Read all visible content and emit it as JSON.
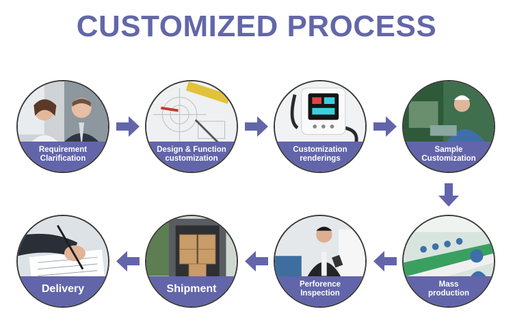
{
  "title": "CUSTOMIZED PROCESS",
  "accent_color": "#6265a9",
  "steps": [
    {
      "label": "Requirement\nClarification",
      "icon": "business-meeting-photo"
    },
    {
      "label": "Design & Function\ncustomization",
      "icon": "drafting-tools-photo"
    },
    {
      "label": "Customization\nrenderings",
      "icon": "device-rendering-photo"
    },
    {
      "label": "Sample\nCustomization",
      "icon": "factory-worker-photo"
    },
    {
      "label": "Mass\nproduction",
      "icon": "assembly-line-photo"
    },
    {
      "label": "Perforence\nInspection",
      "icon": "inspection-photo"
    },
    {
      "label": "Shipment",
      "icon": "cargo-truck-photo"
    },
    {
      "label": "Delivery",
      "icon": "signing-document-photo"
    }
  ]
}
